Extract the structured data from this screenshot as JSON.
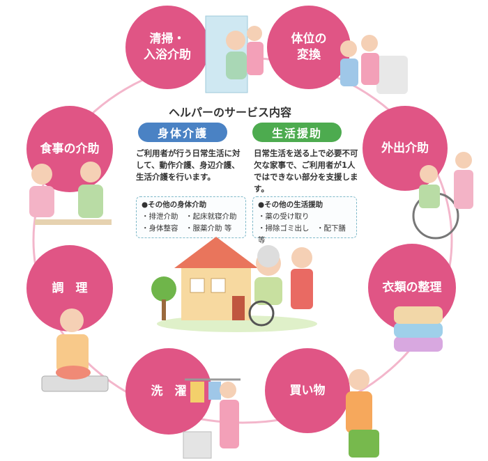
{
  "colors": {
    "accent": "#e05585",
    "physical": "#4a82c4",
    "daily": "#4dab4f",
    "ring": "#f0a9c1"
  },
  "title": "ヘルパーのサービス内容",
  "services": [
    {
      "label": "清掃・\n入浴介助"
    },
    {
      "label": "体位の\n変換"
    },
    {
      "label": "外出介助"
    },
    {
      "label": "衣類の整理"
    },
    {
      "label": "買い物"
    },
    {
      "label": "洗　濯"
    },
    {
      "label": "調　理"
    },
    {
      "label": "食事の介助"
    }
  ],
  "physical_care": {
    "tag": "身体介護",
    "description": "ご利用者が行う日常生活に対して、動作介護、身辺介護、生活介護を行います。",
    "other_heading": "●その他の身体介助",
    "other_items": [
      "・排泄介助　・起床就寝介助",
      "・身体整容　・服薬介助 等"
    ]
  },
  "daily_support": {
    "tag": "生活援助",
    "description": "日常生活を送る上で必要不可欠な家事で、ご利用者が1人ではできない部分を支援します。",
    "other_heading": "●その他の生活援助",
    "other_items": [
      "・薬の受け取り",
      "・掃除ゴミ出し　・配下膳 等"
    ]
  }
}
